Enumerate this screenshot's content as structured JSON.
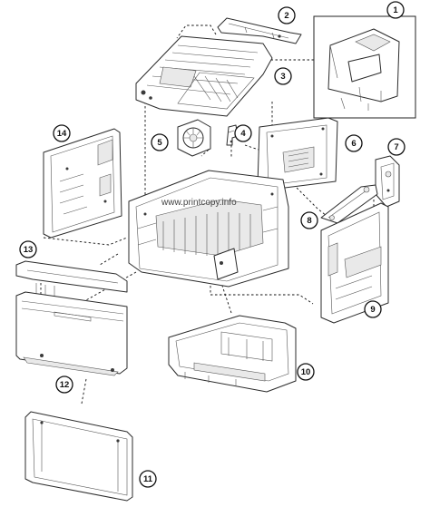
{
  "diagram": {
    "watermark": "www.printcopy.info",
    "callouts": [
      {
        "id": "1",
        "label": "1"
      },
      {
        "id": "2",
        "label": "2"
      },
      {
        "id": "3",
        "label": "3"
      },
      {
        "id": "4",
        "label": "4"
      },
      {
        "id": "5",
        "label": "5"
      },
      {
        "id": "6",
        "label": "6"
      },
      {
        "id": "7",
        "label": "7"
      },
      {
        "id": "8",
        "label": "8"
      },
      {
        "id": "9",
        "label": "9"
      },
      {
        "id": "10",
        "label": "10"
      },
      {
        "id": "11",
        "label": "11"
      },
      {
        "id": "12",
        "label": "12"
      },
      {
        "id": "13",
        "label": "13"
      },
      {
        "id": "14",
        "label": "14"
      }
    ]
  }
}
